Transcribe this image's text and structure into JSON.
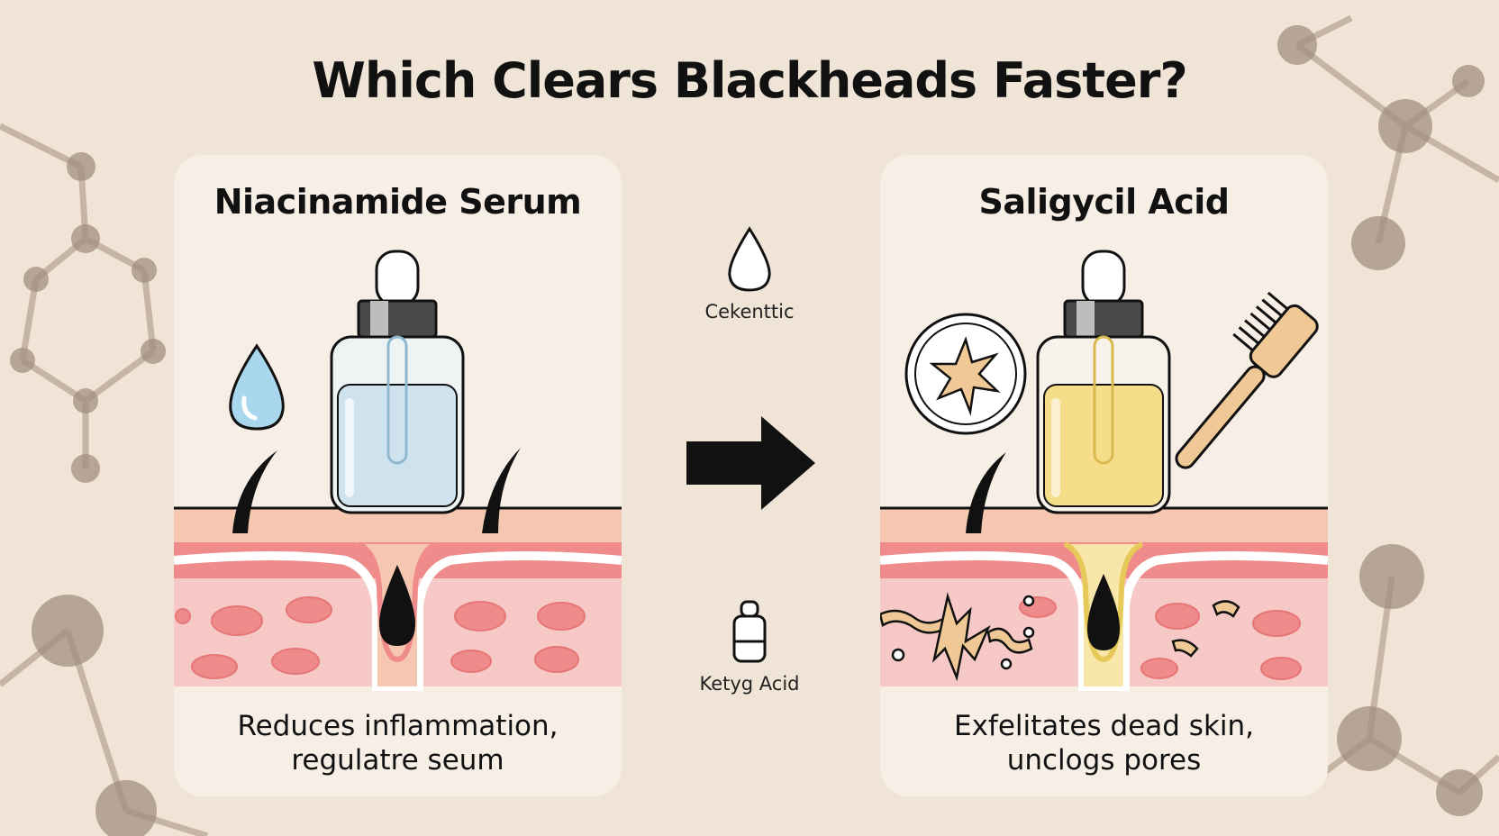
{
  "title": "Which Clears Blackheads Faster?",
  "left_card": {
    "title": "Niacinamide Serum",
    "caption_line1": "Reduces inflammation,",
    "caption_line2": "regulatre seum"
  },
  "right_card": {
    "title": "Saligycil Acid",
    "caption_line1": "Exfelitates dead skin,",
    "caption_line2": "unclogs pores"
  },
  "middle": {
    "top_label": "Cekenttic",
    "bottom_label": "Ketyg Acid"
  },
  "colors": {
    "background": "#efe4d6",
    "card": "#f7eee6",
    "skin_surface": "#f6c7b0",
    "skin_band": "#ef8b8b",
    "skin_deep": "#f6c9c6",
    "serum_blue": "#cfe3ef",
    "serum_yellow": "#f6dd8a",
    "molecule": "#a38f80"
  },
  "icons": [
    "water-drop-icon",
    "dropper-bottle-icon",
    "hair-icon",
    "blackhead-icon",
    "arrow-right-icon",
    "microbe-circle-icon",
    "brush-icon",
    "small-bottle-icon"
  ]
}
